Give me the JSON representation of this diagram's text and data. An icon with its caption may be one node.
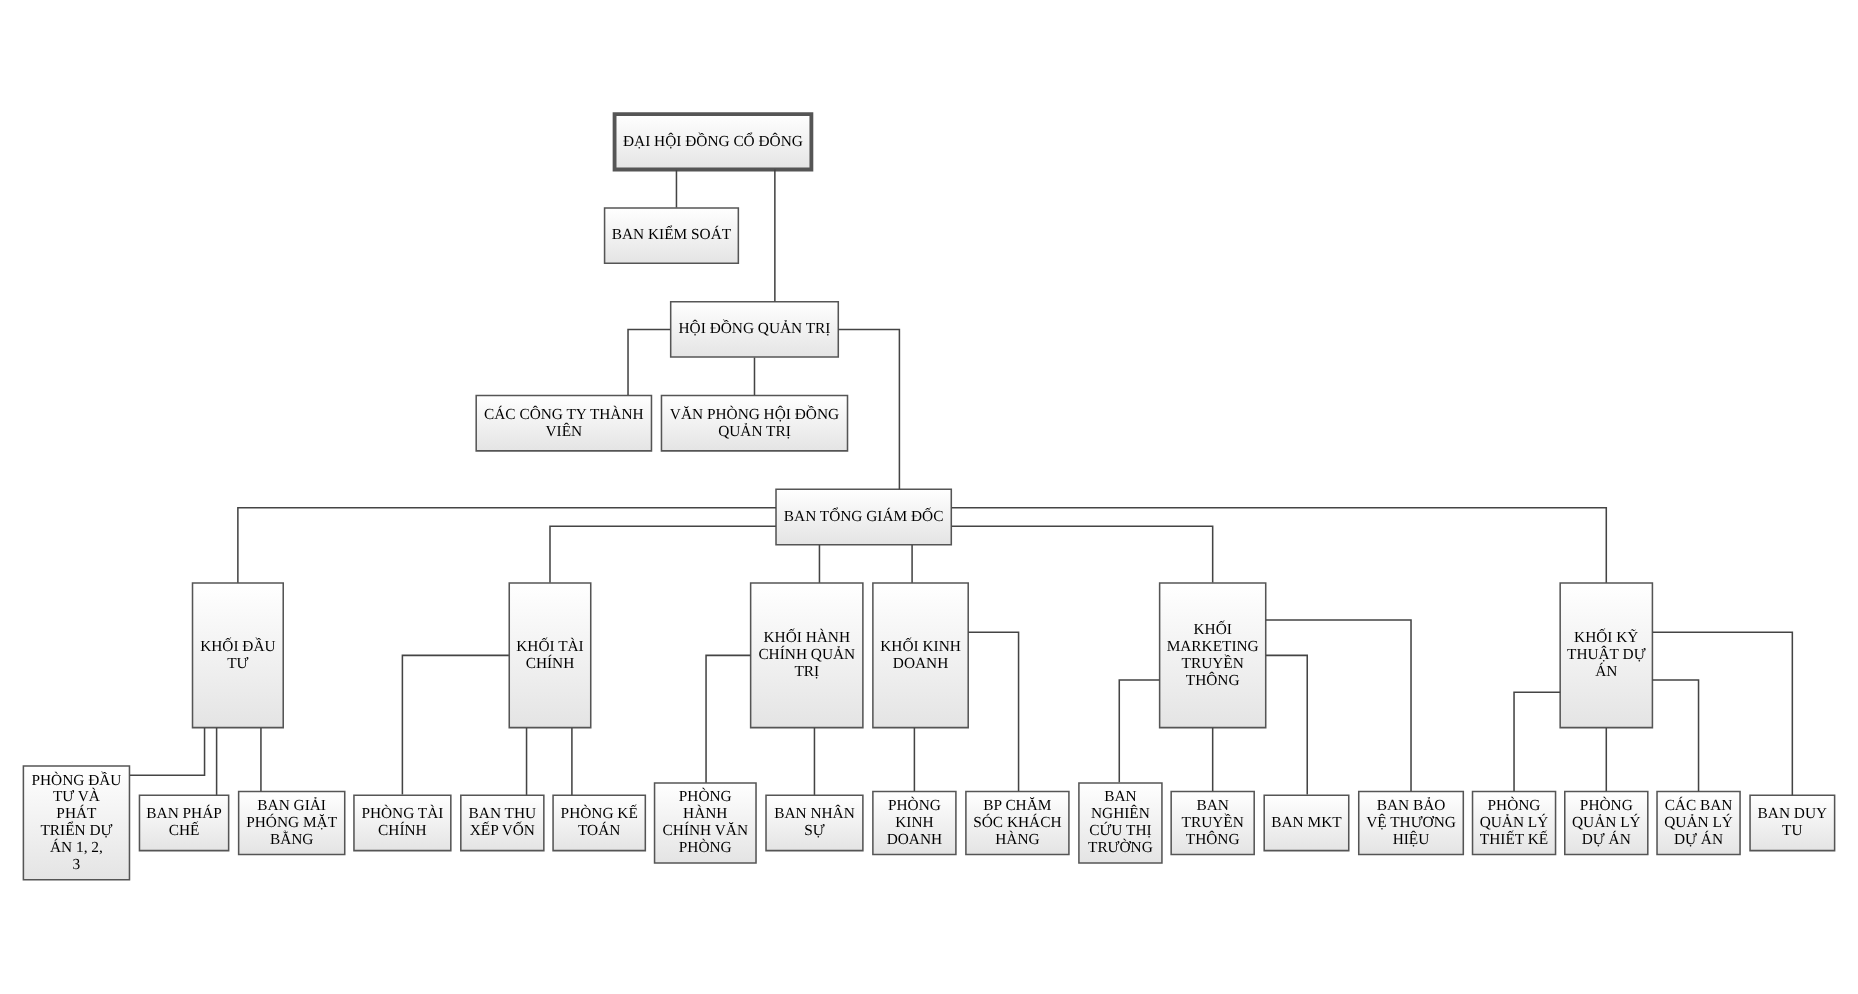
{
  "diagram": {
    "nodes": [
      {
        "text": [
          "ĐẠI HỘI ĐỒNG CỔ ĐÔNG"
        ]
      },
      {
        "text": [
          "BAN KIỂM SOÁT"
        ]
      },
      {
        "text": [
          "HỘI ĐỒNG QUẢN TRỊ"
        ]
      },
      {
        "text": [
          "CÁC CÔNG TY THÀNH VIÊN"
        ]
      },
      {
        "text": [
          "VĂN PHÒNG HỘI ĐỒNG QUẢN TRỊ"
        ]
      },
      {
        "text": [
          "BAN TỔNG GIÁM ĐỐC"
        ]
      },
      {
        "text": [
          "KHỐI ĐẦU TƯ"
        ]
      },
      {
        "text": [
          "KHỐI TÀI CHÍNH"
        ]
      },
      {
        "text": [
          "KHỐI HÀNH CHÍNH QUẢN TRỊ"
        ]
      },
      {
        "text": [
          "KHỐI KINH DOANH"
        ]
      },
      {
        "text": [
          "KHỐI MARKETING TRUYỀN THÔNG"
        ]
      },
      {
        "text": [
          "KHỐI KỸ THUẬT DỰ ÁN"
        ]
      },
      {
        "text": [
          "PHÒNG ĐẦU TƯ VÀ PHÁT TRIỂN DỰ ÁN 1, 2, 3"
        ]
      },
      {
        "text": [
          "BAN PHÁP CHẾ"
        ]
      },
      {
        "text": [
          "BAN GIẢI PHÓNG MẶT BẰNG"
        ]
      },
      {
        "text": [
          "PHÒNG TÀI CHÍNH"
        ]
      },
      {
        "text": [
          "BAN THU XẾP VỐN"
        ]
      },
      {
        "text": [
          "PHÒNG KẾ TOÁN"
        ]
      },
      {
        "text": [
          "PHÒNG HÀNH CHÍNH VĂN PHÒNG"
        ]
      },
      {
        "text": [
          "BAN NHÂN SỰ"
        ]
      },
      {
        "text": [
          "PHÒNG KINH DOANH"
        ]
      },
      {
        "text": [
          "BP CHĂM SÓC KHÁCH HÀNG"
        ]
      },
      {
        "text": [
          "BAN NGHIÊN CỨU THỊ TRƯỜNG"
        ]
      },
      {
        "text": [
          "BAN TRUYỀN THÔNG"
        ]
      },
      {
        "text": [
          "BAN MKT"
        ]
      },
      {
        "text": [
          "BAN BẢO VỆ THƯƠNG HIỆU"
        ]
      },
      {
        "text": [
          "PHÒNG QUẢN LÝ THIẾT KẾ"
        ]
      },
      {
        "text": [
          "PHÒNG QUẢN LÝ DỰ ÁN"
        ]
      },
      {
        "text": [
          "CÁC BAN QUẢN LÝ DỰ ÁN"
        ]
      },
      {
        "text": [
          "BAN DUY TU"
        ]
      }
    ],
    "edges": [
      {
        "from": 0,
        "to": 1,
        "arrow": "none"
      },
      {
        "from": 0,
        "to": 2,
        "arrow": "none"
      },
      {
        "from": 2,
        "to": 3,
        "arrow": "none"
      },
      {
        "from": 2,
        "to": 4,
        "arrow": "none"
      },
      {
        "from": 2,
        "to": 5,
        "arrow": "none"
      },
      {
        "from": 5,
        "to": 6,
        "arrow": "none"
      },
      {
        "from": 5,
        "to": 7,
        "arrow": "none"
      },
      {
        "from": 5,
        "to": 8,
        "arrow": "none"
      },
      {
        "from": 5,
        "to": 9,
        "arrow": "none"
      },
      {
        "from": 5,
        "to": 10,
        "arrow": "none"
      },
      {
        "from": 5,
        "to": 11,
        "arrow": "none"
      },
      {
        "from": 6,
        "to": 12,
        "arrow": "none"
      },
      {
        "from": 6,
        "to": 13,
        "arrow": "none"
      },
      {
        "from": 6,
        "to": 14,
        "arrow": "none"
      },
      {
        "from": 7,
        "to": 15,
        "arrow": "none"
      },
      {
        "from": 7,
        "to": 16,
        "arrow": "none"
      },
      {
        "from": 7,
        "to": 17,
        "arrow": "none"
      },
      {
        "from": 8,
        "to": 18,
        "arrow": "none"
      },
      {
        "from": 8,
        "to": 19,
        "arrow": "none"
      },
      {
        "from": 9,
        "to": 20,
        "arrow": "none"
      },
      {
        "from": 9,
        "to": 21,
        "arrow": "none"
      },
      {
        "from": 10,
        "to": 22,
        "arrow": "none"
      },
      {
        "from": 10,
        "to": 23,
        "arrow": "none"
      },
      {
        "from": 10,
        "to": 24,
        "arrow": "none"
      },
      {
        "from": 10,
        "to": 25,
        "arrow": "none"
      },
      {
        "from": 11,
        "to": 26,
        "arrow": "none"
      },
      {
        "from": 11,
        "to": 27,
        "arrow": "none"
      },
      {
        "from": 11,
        "to": 28,
        "arrow": "none"
      },
      {
        "from": 11,
        "to": 29,
        "arrow": "none"
      }
    ]
  }
}
